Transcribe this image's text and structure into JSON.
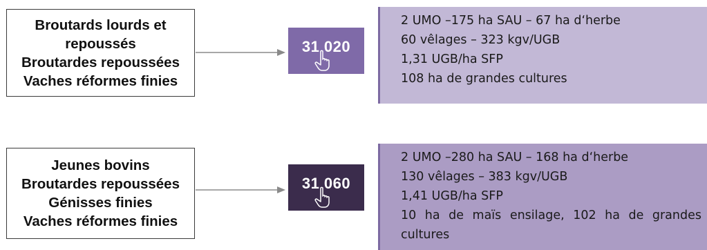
{
  "rows": [
    {
      "products": [
        "Broutards lourds et",
        "repoussés",
        "Broutardes repoussées",
        "Vaches réformes finies"
      ],
      "code": "31 020",
      "code_color": "#7f6aa8",
      "desc_bg": "#c2b8d6",
      "desc": [
        "2 UMO –175 ha SAU – 67 ha d‘herbe",
        "60 vêlages – 323 kgv/UGB",
        "1,31 UGB/ha SFP",
        "108 ha de grandes cultures"
      ]
    },
    {
      "products": [
        "Jeunes bovins",
        "Broutardes repoussées",
        "Génisses finies",
        "Vaches réformes finies"
      ],
      "code": "31 060",
      "code_color": "#3b2c4c",
      "desc_bg": "#ab9cc4",
      "desc": [
        "2 UMO –280 ha SAU – 168 ha d‘herbe",
        "130 vêlages – 383 kgv/UGB",
        "1,41 UGB/ha SFP",
        [
          "10",
          "ha",
          "de",
          "maïs",
          "ensilage,",
          "102",
          "ha",
          "de",
          "grandes"
        ],
        "cultures"
      ]
    }
  ],
  "icon": "pointing-hand-icon"
}
